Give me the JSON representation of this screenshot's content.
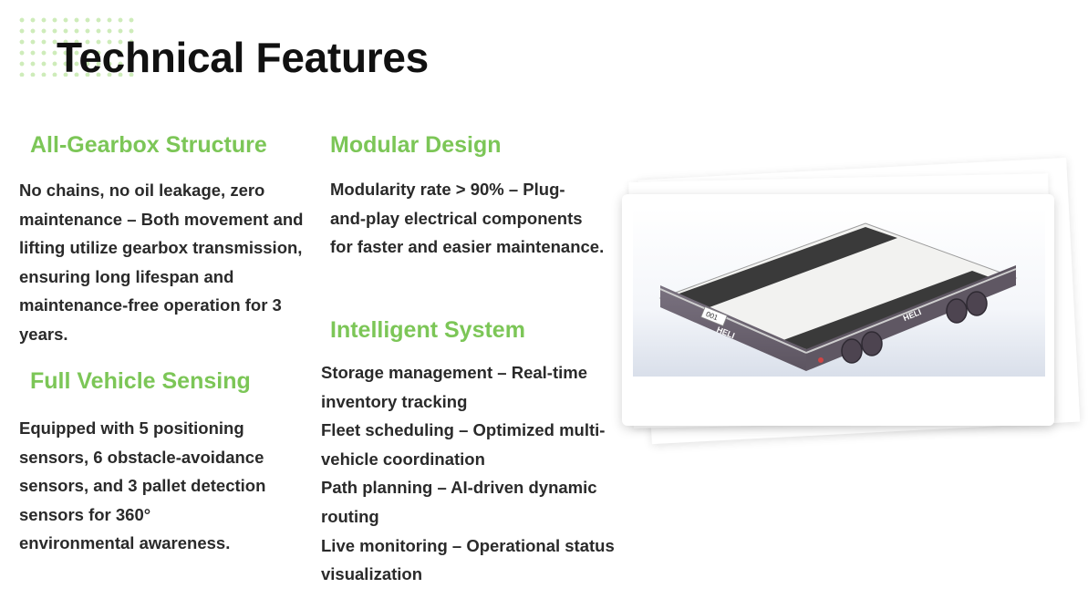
{
  "page": {
    "title": "Technical Features"
  },
  "features": {
    "gearbox": {
      "heading": "All-Gearbox Structure",
      "lines": [
        "No chains, no oil leakage, zero",
        "maintenance – Both movement and",
        "lifting utilize gearbox transmission,",
        "ensuring long lifespan and",
        "maintenance-free operation for 3",
        "years."
      ]
    },
    "sensing": {
      "heading": "Full Vehicle Sensing",
      "lines": [
        "Equipped with 5 positioning",
        "sensors, 6 obstacle-avoidance",
        "sensors, and 3 pallet detection",
        "sensors for 360°",
        "environmental awareness."
      ]
    },
    "modular": {
      "heading": "Modular Design",
      "lines": [
        "Modularity rate > 90% – Plug-",
        "and-play electrical components",
        "for faster and easier maintenance."
      ]
    },
    "intelligent": {
      "heading": "Intelligent System",
      "lines": [
        "Storage management – Real-time",
        "inventory tracking",
        "Fleet scheduling – Optimized multi-",
        "vehicle coordination",
        "Path planning – AI-driven dynamic",
        "routing",
        "Live monitoring – Operational status",
        "visualization"
      ]
    }
  },
  "product_image": {
    "vehicle_number": "001",
    "brand_mark": "HELI"
  },
  "colors": {
    "accent_green": "#7cc657",
    "title_black": "#111111",
    "body_text": "#2a2a2a",
    "vehicle_body": "#6e6570",
    "vehicle_top": "#f2f2f0",
    "vehicle_belt": "#3a3a3a"
  }
}
